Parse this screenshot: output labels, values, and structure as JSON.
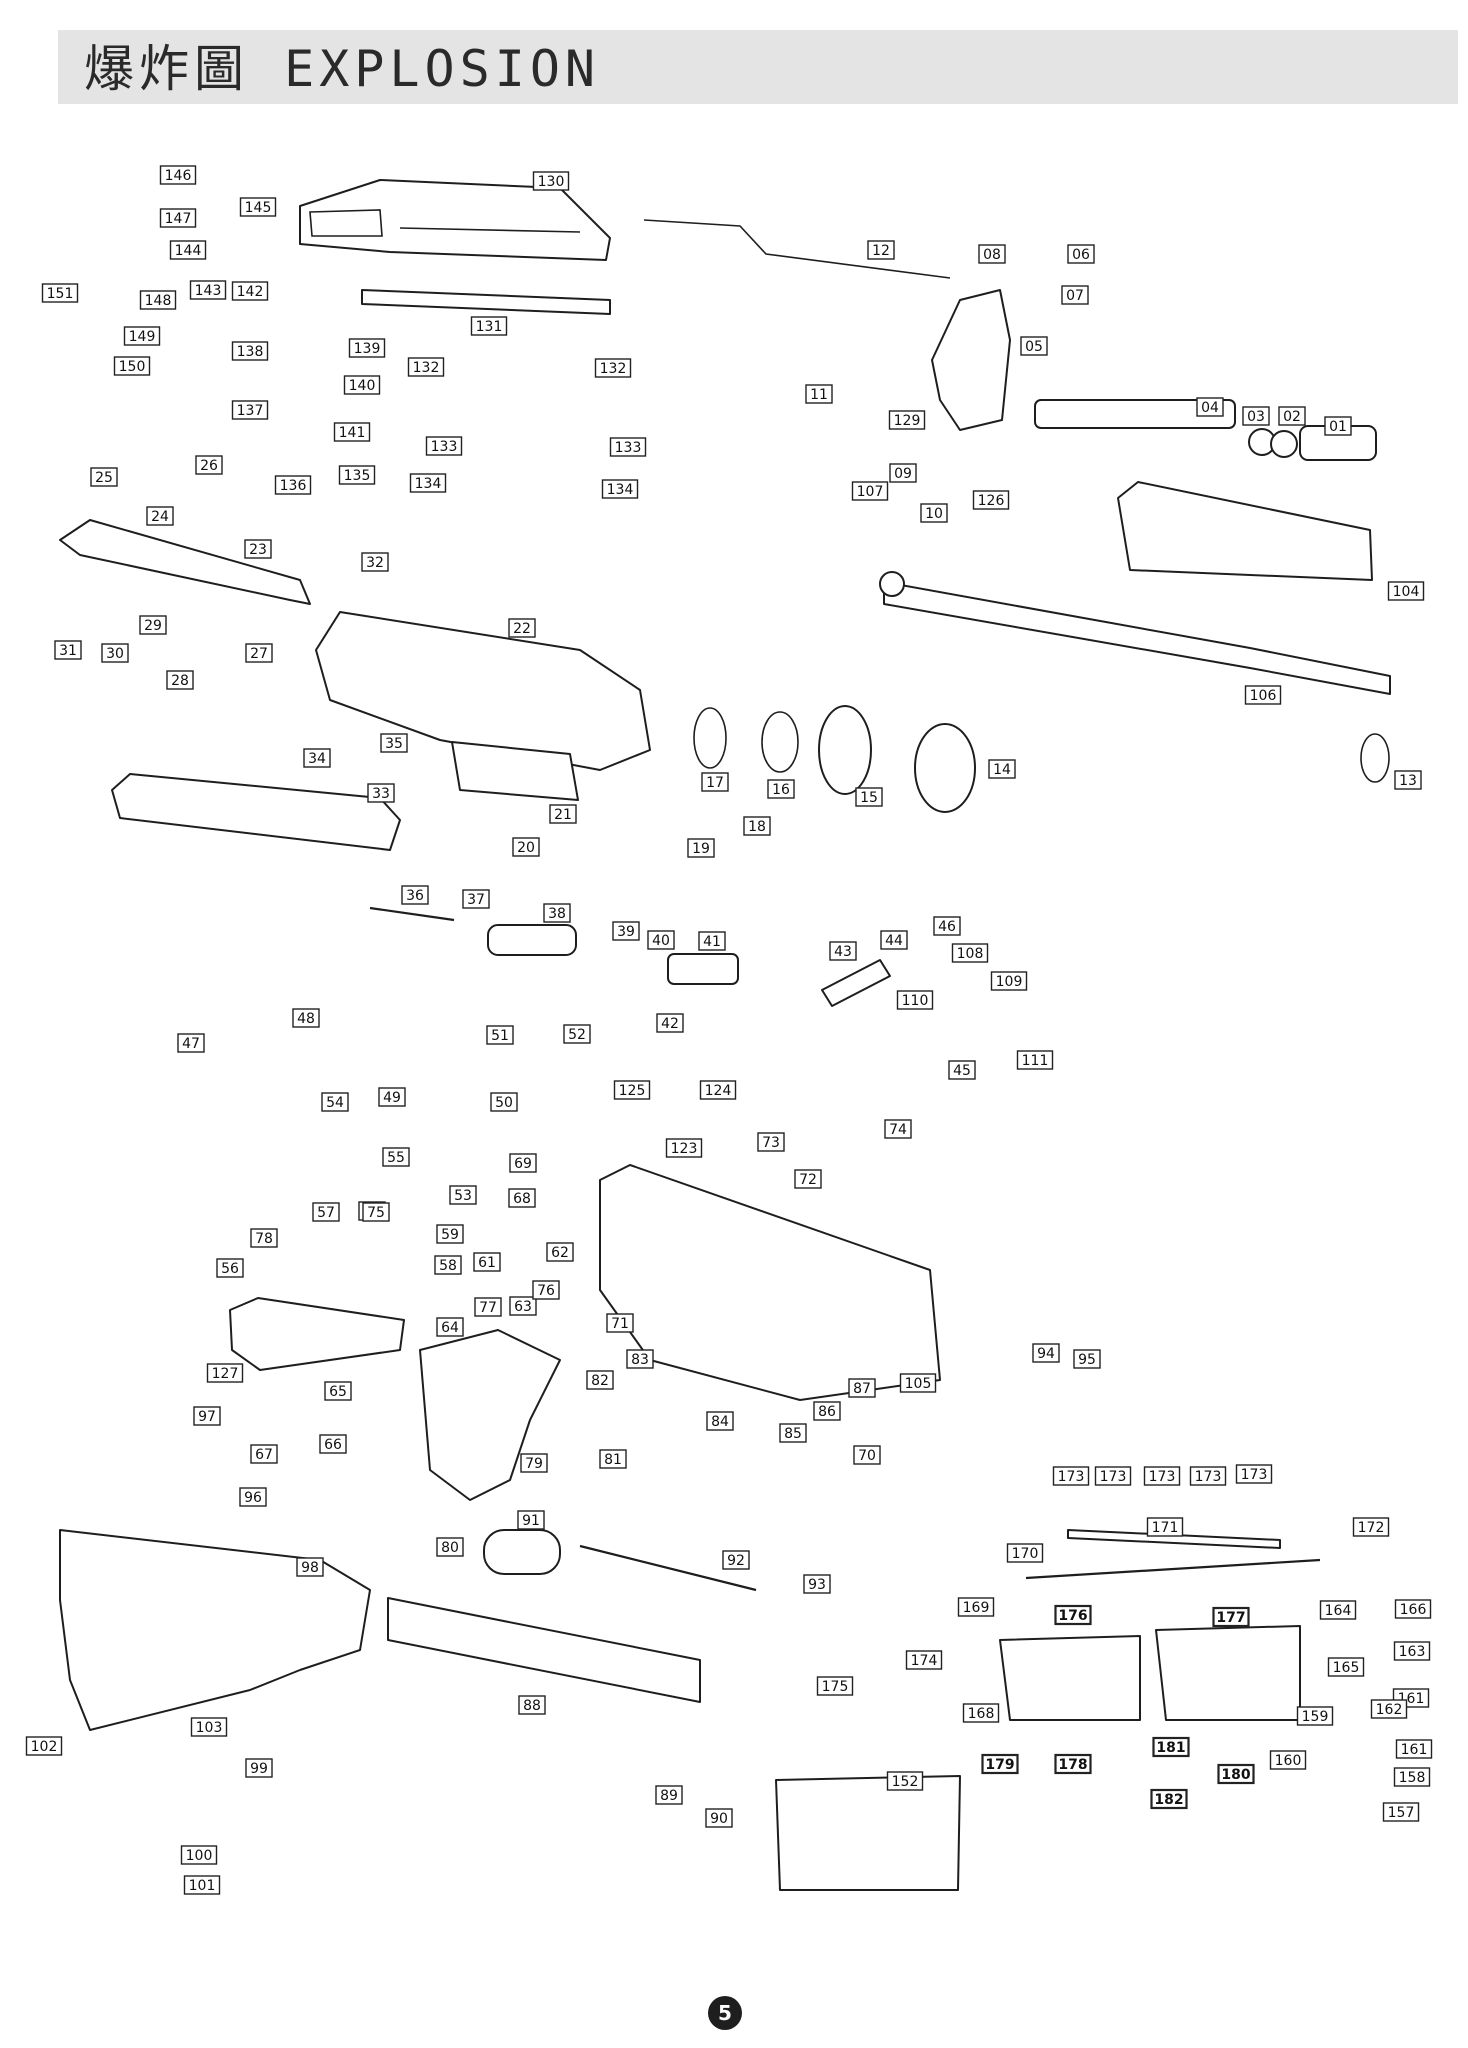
{
  "title": "爆炸圖 EXPLOSION",
  "page_number": "5",
  "parts": [
    {
      "label": "146"
    },
    {
      "label": "147"
    },
    {
      "label": "144"
    },
    {
      "label": "145"
    },
    {
      "label": "143"
    },
    {
      "label": "142"
    },
    {
      "label": "151"
    },
    {
      "label": "148"
    },
    {
      "label": "149"
    },
    {
      "label": "150"
    },
    {
      "label": "130"
    },
    {
      "label": "131"
    },
    {
      "label": "12"
    },
    {
      "label": "08"
    },
    {
      "label": "06"
    },
    {
      "label": "07"
    },
    {
      "label": "05"
    },
    {
      "label": "11"
    },
    {
      "label": "138"
    },
    {
      "label": "139"
    },
    {
      "label": "140"
    },
    {
      "label": "132"
    },
    {
      "label": "132"
    },
    {
      "label": "137"
    },
    {
      "label": "141"
    },
    {
      "label": "133"
    },
    {
      "label": "133"
    },
    {
      "label": "135"
    },
    {
      "label": "134"
    },
    {
      "label": "134"
    },
    {
      "label": "136"
    },
    {
      "label": "25"
    },
    {
      "label": "26"
    },
    {
      "label": "24"
    },
    {
      "label": "23"
    },
    {
      "label": "32"
    },
    {
      "label": "129"
    },
    {
      "label": "09"
    },
    {
      "label": "107"
    },
    {
      "label": "10"
    },
    {
      "label": "126"
    },
    {
      "label": "04"
    },
    {
      "label": "03"
    },
    {
      "label": "02"
    },
    {
      "label": "01"
    },
    {
      "label": "104"
    },
    {
      "label": "29"
    },
    {
      "label": "31"
    },
    {
      "label": "30"
    },
    {
      "label": "28"
    },
    {
      "label": "27"
    },
    {
      "label": "22"
    },
    {
      "label": "106"
    },
    {
      "label": "34"
    },
    {
      "label": "35"
    },
    {
      "label": "33"
    },
    {
      "label": "17"
    },
    {
      "label": "16"
    },
    {
      "label": "15"
    },
    {
      "label": "14"
    },
    {
      "label": "13"
    },
    {
      "label": "21"
    },
    {
      "label": "20"
    },
    {
      "label": "18"
    },
    {
      "label": "19"
    },
    {
      "label": "36"
    },
    {
      "label": "37"
    },
    {
      "label": "38"
    },
    {
      "label": "39"
    },
    {
      "label": "40"
    },
    {
      "label": "41"
    },
    {
      "label": "43"
    },
    {
      "label": "44"
    },
    {
      "label": "46"
    },
    {
      "label": "108"
    },
    {
      "label": "109"
    },
    {
      "label": "110"
    },
    {
      "label": "47"
    },
    {
      "label": "48"
    },
    {
      "label": "42"
    },
    {
      "label": "51"
    },
    {
      "label": "52"
    },
    {
      "label": "45"
    },
    {
      "label": "111"
    },
    {
      "label": "54"
    },
    {
      "label": "49"
    },
    {
      "label": "50"
    },
    {
      "label": "125"
    },
    {
      "label": "124"
    },
    {
      "label": "55"
    },
    {
      "label": "123"
    },
    {
      "label": "73"
    },
    {
      "label": "74"
    },
    {
      "label": "57"
    },
    {
      "label": "60"
    },
    {
      "label": "53"
    },
    {
      "label": "68"
    },
    {
      "label": "69"
    },
    {
      "label": "72"
    },
    {
      "label": "78"
    },
    {
      "label": "75"
    },
    {
      "label": "56"
    },
    {
      "label": "59"
    },
    {
      "label": "58"
    },
    {
      "label": "61"
    },
    {
      "label": "62"
    },
    {
      "label": "77"
    },
    {
      "label": "63"
    },
    {
      "label": "76"
    },
    {
      "label": "64"
    },
    {
      "label": "71"
    },
    {
      "label": "94"
    },
    {
      "label": "95"
    },
    {
      "label": "127"
    },
    {
      "label": "65"
    },
    {
      "label": "83"
    },
    {
      "label": "82"
    },
    {
      "label": "87"
    },
    {
      "label": "86"
    },
    {
      "label": "105"
    },
    {
      "label": "97"
    },
    {
      "label": "84"
    },
    {
      "label": "85"
    },
    {
      "label": "70"
    },
    {
      "label": "67"
    },
    {
      "label": "66"
    },
    {
      "label": "81"
    },
    {
      "label": "79"
    },
    {
      "label": "96"
    },
    {
      "label": "173"
    },
    {
      "label": "173"
    },
    {
      "label": "173"
    },
    {
      "label": "173"
    },
    {
      "label": "173"
    },
    {
      "label": "91"
    },
    {
      "label": "171"
    },
    {
      "label": "172"
    },
    {
      "label": "80"
    },
    {
      "label": "92"
    },
    {
      "label": "98"
    },
    {
      "label": "170"
    },
    {
      "label": "93"
    },
    {
      "label": "169"
    },
    {
      "label": "176",
      "bold": true
    },
    {
      "label": "177",
      "bold": true
    },
    {
      "label": "164"
    },
    {
      "label": "166"
    },
    {
      "label": "174"
    },
    {
      "label": "163"
    },
    {
      "label": "165"
    },
    {
      "label": "88"
    },
    {
      "label": "175"
    },
    {
      "label": "161"
    },
    {
      "label": "168"
    },
    {
      "label": "162"
    },
    {
      "label": "159"
    },
    {
      "label": "102"
    },
    {
      "label": "103"
    },
    {
      "label": "181",
      "bold": true
    },
    {
      "label": "161"
    },
    {
      "label": "179",
      "bold": true
    },
    {
      "label": "178",
      "bold": true
    },
    {
      "label": "180",
      "bold": true
    },
    {
      "label": "160"
    },
    {
      "label": "158"
    },
    {
      "label": "99"
    },
    {
      "label": "89"
    },
    {
      "label": "152"
    },
    {
      "label": "182",
      "bold": true
    },
    {
      "label": "157"
    },
    {
      "label": "90"
    },
    {
      "label": "100"
    },
    {
      "label": "101"
    }
  ]
}
